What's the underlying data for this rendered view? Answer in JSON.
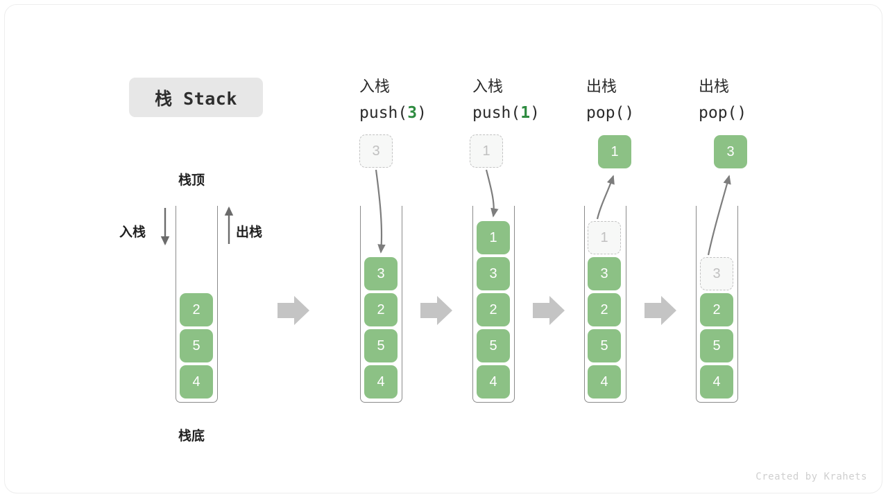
{
  "title_chip": {
    "label": "栈 Stack"
  },
  "left_stack": {
    "top_label": "栈顶",
    "bottom_label": "栈底",
    "push_label": "入栈",
    "pop_label": "出栈",
    "nodes": [
      "2",
      "5",
      "4"
    ]
  },
  "steps": [
    {
      "id": "push-3",
      "cn": "入栈",
      "code_prefix": "push(",
      "code_value": "3",
      "code_suffix": ")",
      "incoming": {
        "value": "3",
        "style": "ghost"
      },
      "nodes": [
        "3",
        "2",
        "5",
        "4"
      ],
      "ghost_top": null
    },
    {
      "id": "push-1",
      "cn": "入栈",
      "code_prefix": "push(",
      "code_value": "1",
      "code_suffix": ")",
      "incoming": {
        "value": "1",
        "style": "ghost"
      },
      "nodes": [
        "1",
        "3",
        "2",
        "5",
        "4"
      ],
      "ghost_top": null
    },
    {
      "id": "pop-1",
      "cn": "出栈",
      "code_prefix": "pop(",
      "code_value": "",
      "code_suffix": ")",
      "incoming": {
        "value": "1",
        "style": "filled"
      },
      "nodes": [
        "3",
        "2",
        "5",
        "4"
      ],
      "ghost_top": "1"
    },
    {
      "id": "pop-3",
      "cn": "出栈",
      "code_prefix": "pop(",
      "code_value": "",
      "code_suffix": ")",
      "incoming": {
        "value": "3",
        "style": "filled"
      },
      "nodes": [
        "2",
        "5",
        "4"
      ],
      "ghost_top": "3"
    }
  ],
  "colors": {
    "node_green": "#8cc185",
    "accent_green": "#2e8b40",
    "wall_gray": "#8a8a8a",
    "arrow_gray": "#c4c4c4",
    "ghost_gray": "#c2c2c2"
  },
  "credit": "Created by Krahets"
}
